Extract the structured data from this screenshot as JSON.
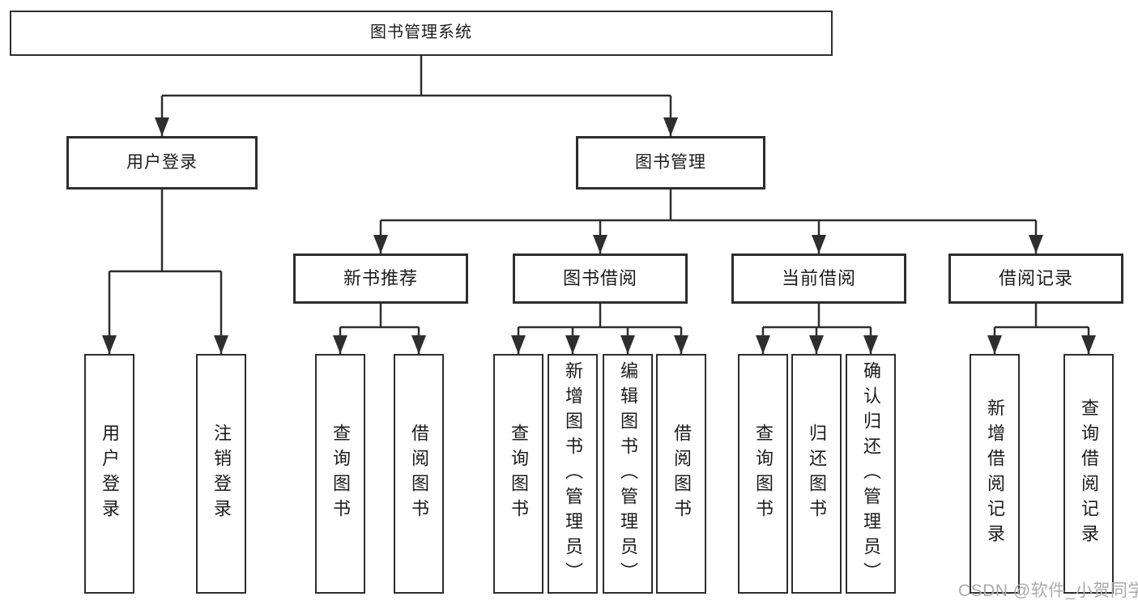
{
  "root": {
    "label": "图书管理系统"
  },
  "watermark": "CSDN @软件_小贺同学",
  "colors": {
    "line": "#2e2e2e",
    "box_border": "#2e2e2e",
    "text": "#1c1c1c",
    "watermark": "#ababab",
    "background": "#ffffff"
  },
  "branches": {
    "user_login": {
      "label": "用户登录",
      "children": [
        {
          "label": "用户登录"
        },
        {
          "label": "注销登录"
        }
      ]
    },
    "book_management": {
      "label": "图书管理",
      "sections": [
        {
          "label": "新书推荐",
          "children": [
            {
              "label": "查询图书"
            },
            {
              "label": "借阅图书"
            }
          ]
        },
        {
          "label": "图书借阅",
          "children": [
            {
              "label": "查询图书"
            },
            {
              "label": "新增图书（管理员）"
            },
            {
              "label": "编辑图书（管理员）"
            },
            {
              "label": "借阅图书"
            }
          ]
        },
        {
          "label": "当前借阅",
          "children": [
            {
              "label": "查询图书"
            },
            {
              "label": "归还图书"
            },
            {
              "label": "确认归还（管理员）"
            }
          ]
        },
        {
          "label": "借阅记录",
          "children": [
            {
              "label": "新增借阅记录"
            },
            {
              "label": "查询借阅记录"
            }
          ]
        }
      ]
    }
  }
}
